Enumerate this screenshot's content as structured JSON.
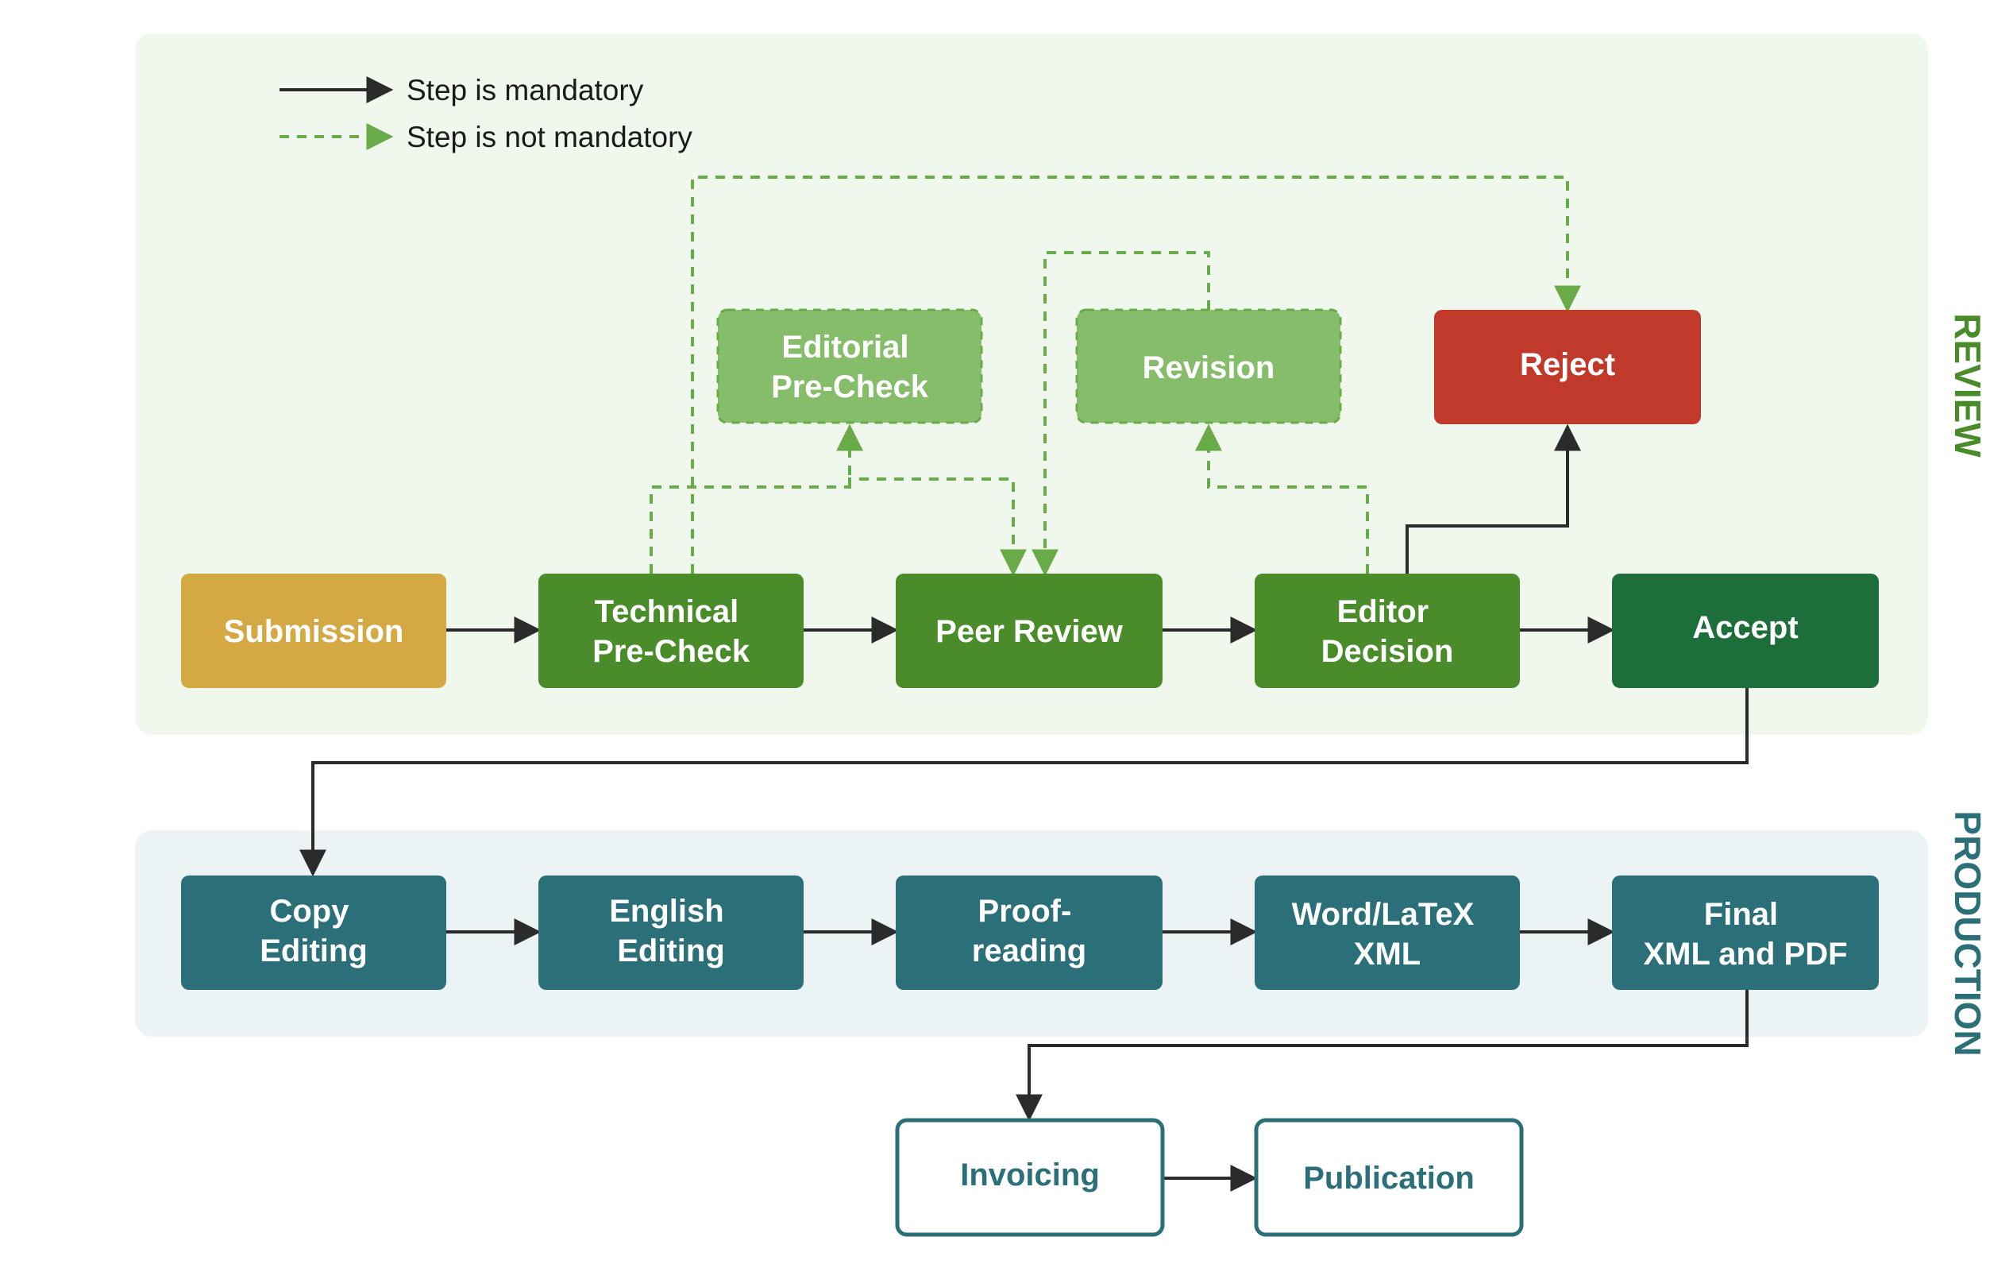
{
  "legend": {
    "mandatory": "Step is mandatory",
    "optional": "Step is not mandatory"
  },
  "sections": {
    "review": "REVIEW",
    "production": "PRODUCTION"
  },
  "review_steps": {
    "submission": [
      "Submission"
    ],
    "technical_precheck": [
      "Technical",
      "Pre-Check"
    ],
    "peer_review": [
      "Peer Review"
    ],
    "editor_decision": [
      "Editor",
      "Decision"
    ],
    "accept": [
      "Accept"
    ],
    "editorial_precheck": [
      "Editorial",
      "Pre-Check"
    ],
    "revision": [
      "Revision"
    ],
    "reject": [
      "Reject"
    ]
  },
  "production_steps": {
    "copy_editing": [
      "Copy",
      "Editing"
    ],
    "english_editing": [
      "English",
      "Editing"
    ],
    "proofreading": [
      "Proof-",
      "reading"
    ],
    "word_latex_xml": [
      "Word/LaTeX",
      "XML"
    ],
    "final_xml_pdf": [
      "Final",
      "XML and PDF"
    ]
  },
  "post_steps": {
    "invoicing": [
      "Invoicing"
    ],
    "publication": [
      "Publication"
    ]
  },
  "colors": {
    "review_bg": "#f0f7ec",
    "production_bg": "#ebf3f4",
    "submission": "#d4a843",
    "review_green": "#4a8c2a",
    "optional_green": "#86bd6a",
    "reject": "#c0392b",
    "accept": "#1e6e3c",
    "production": "#2b6f78",
    "mandatory_arrow": "#2b2b2b",
    "optional_arrow": "#6aab49",
    "review_label": "#4a8c2a",
    "production_label": "#2b6f78",
    "box_text": "#ffffff"
  }
}
